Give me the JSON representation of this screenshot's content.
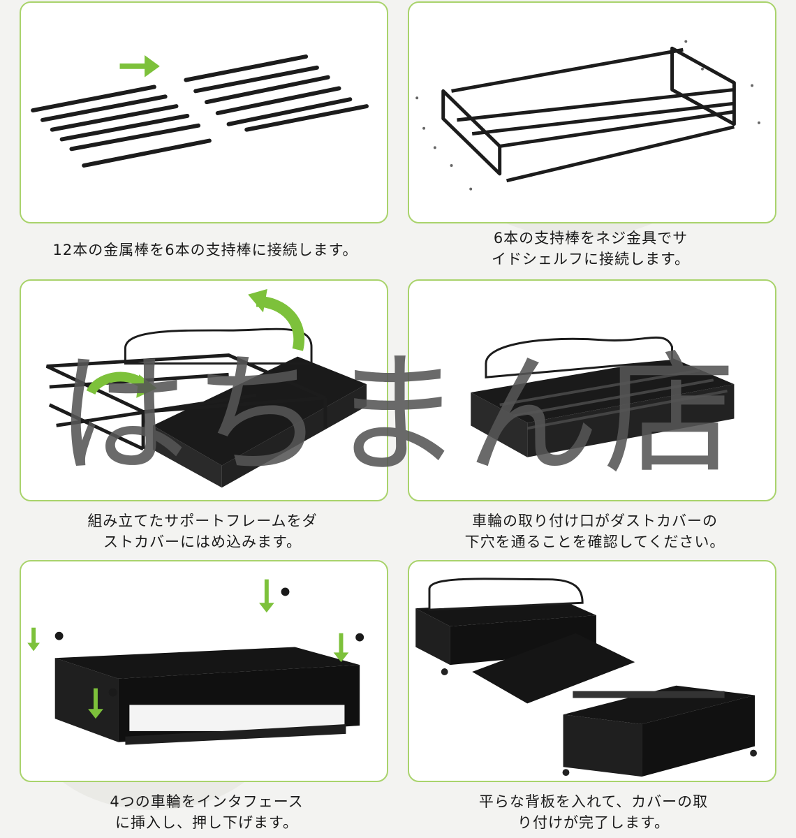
{
  "steps": [
    {
      "caption_line1": "12本の金属棒を6本の支持棒に接続します。",
      "caption_line2": ""
    },
    {
      "caption_line1": "6本の支持棒をネジ金具でサ",
      "caption_line2": "イドシェルフに接続します。"
    },
    {
      "caption_line1": "組み立てたサポートフレームをダ",
      "caption_line2": "ストカバーにはめ込みます。"
    },
    {
      "caption_line1": "車輪の取り付け口がダストカバーの",
      "caption_line2": "下穴を通ることを確認してください。"
    },
    {
      "caption_line1": "4つの車輪をインタフェース",
      "caption_line2": "に挿入し、押し下げます。"
    },
    {
      "caption_line1": "平らな背板を入れて、カバーの取",
      "caption_line2": "り付けが完了します。"
    }
  ],
  "watermark": "はちまん店",
  "colors": {
    "border": "#a9d36c",
    "arrow": "#7dc13b",
    "metal": "#1c1c1c",
    "fabric": "#161616"
  }
}
